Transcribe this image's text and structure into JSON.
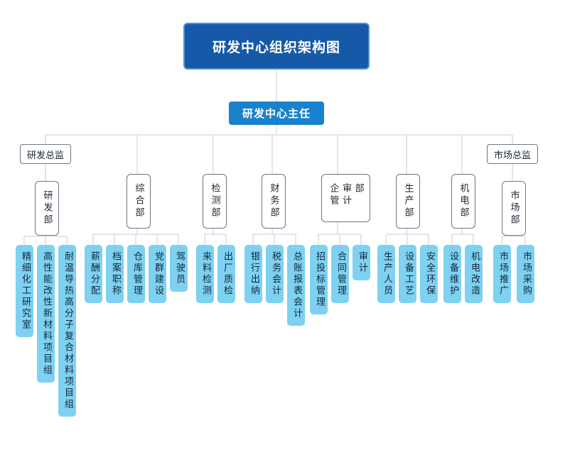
{
  "title": "研发中心组织架构图",
  "director": "研发中心主任",
  "directors": {
    "rd": "研发总监",
    "market": "市场总监"
  },
  "departments": {
    "rd": "研发部",
    "general": "综合部",
    "testing": "检测部",
    "finance": "财务部",
    "audit": "企管审计部",
    "production": "生产部",
    "mech": "机电部",
    "market": "市场部"
  },
  "teams": {
    "rd": [
      "精细化工研究室",
      "高性能改性新材料项目组",
      "耐温导热高分子复合材料项目组"
    ],
    "general": [
      "薪酬分配",
      "档案职称",
      "仓库管理",
      "党群建设",
      "驾驶员"
    ],
    "testing": [
      "来料检测",
      "出厂质检"
    ],
    "finance": [
      "银行出纳",
      "税务会计",
      "总账报表会计"
    ],
    "audit": [
      "招投标管理",
      "合同管理",
      "审计"
    ],
    "production": [
      "生产人员",
      "设备工艺",
      "安全环保"
    ],
    "mech": [
      "设备维护",
      "机电改造"
    ],
    "market": [
      "市场推广",
      "市场采购"
    ]
  },
  "colors": {
    "title_bg": "#1659a8",
    "title_border": "#4e95d6",
    "director_bg": "#1a82cc",
    "leaf_bg": "#7ed1f1",
    "node_border": "#6b7686",
    "line": "#c6ccd6"
  }
}
